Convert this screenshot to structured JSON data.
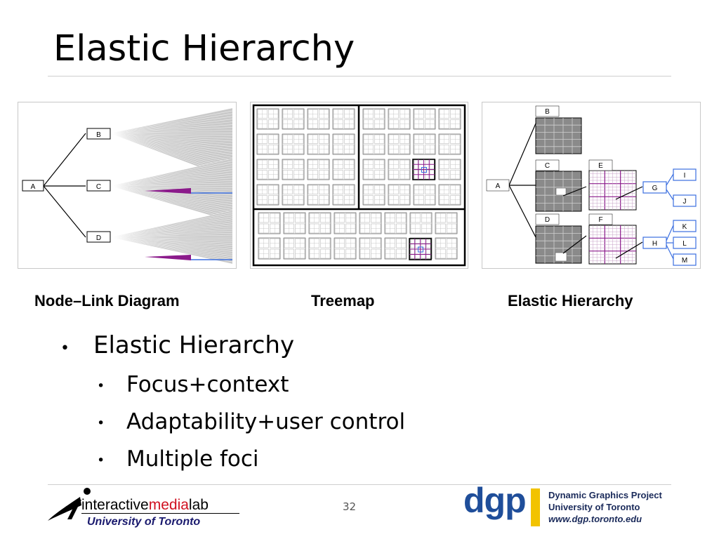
{
  "slide": {
    "title": "Elastic Hierarchy",
    "page_number": "32"
  },
  "figures": {
    "node_link": {
      "caption": "Node–Link Diagram",
      "nodes": [
        "A",
        "B",
        "C",
        "D"
      ]
    },
    "treemap": {
      "caption": "Treemap"
    },
    "elastic": {
      "caption": "Elastic Hierarchy",
      "nodes": [
        "A",
        "B",
        "C",
        "D",
        "E",
        "F",
        "G",
        "H",
        "I",
        "J",
        "K",
        "L",
        "M"
      ]
    }
  },
  "bullets": [
    {
      "text": "Elastic Hierarchy",
      "children": [
        "Focus+context",
        "Adaptability+user control",
        "Multiple foci"
      ]
    }
  ],
  "footer": {
    "iml_part1": "interactive",
    "iml_part2": "media",
    "iml_part3": "lab",
    "iml_university": "University of Toronto",
    "dgp_letters": "dgp",
    "dgp_line1": "Dynamic Graphics Project",
    "dgp_line2": "University of Toronto",
    "dgp_line3": "www.dgp.toronto.edu"
  },
  "colors": {
    "accent_purple": "#8b1a8b",
    "accent_blue": "#3b6fe0",
    "dgp_blue": "#1f4e9a",
    "dgp_yellow": "#f2c300",
    "iml_red": "#d01020"
  }
}
